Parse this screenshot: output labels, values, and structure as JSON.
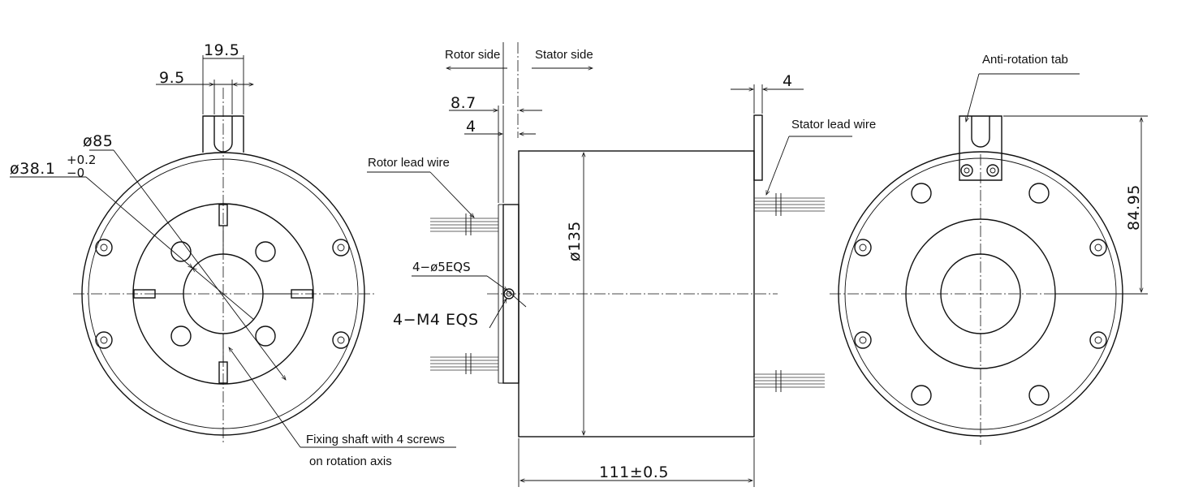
{
  "labels": {
    "rotor_side": "Rotor side",
    "stator_side": "Stator side",
    "rotor_lead_wire": "Rotor lead wire",
    "stator_lead_wire": "Stator lead wire",
    "anti_rotation_tab": "Anti-rotation tab",
    "fixing_shaft_line1": "Fixing shaft with 4 screws",
    "fixing_shaft_line2": "on rotation axis"
  },
  "dimensions": {
    "tab_width": "19.5",
    "slot_width": "9.5",
    "bolt_circle": "ø85",
    "bore": "ø38.1",
    "bore_tol_upper": "+0.2",
    "bore_tol_lower": "−0",
    "flange_8_7": "8.7",
    "flange_4": "4",
    "tab_thickness": "4",
    "holes": "4−ø5EQS",
    "threads": "4−M4  EQS",
    "outer_diameter": "ø135",
    "length": "111±0.5",
    "tab_height": "84.95"
  }
}
